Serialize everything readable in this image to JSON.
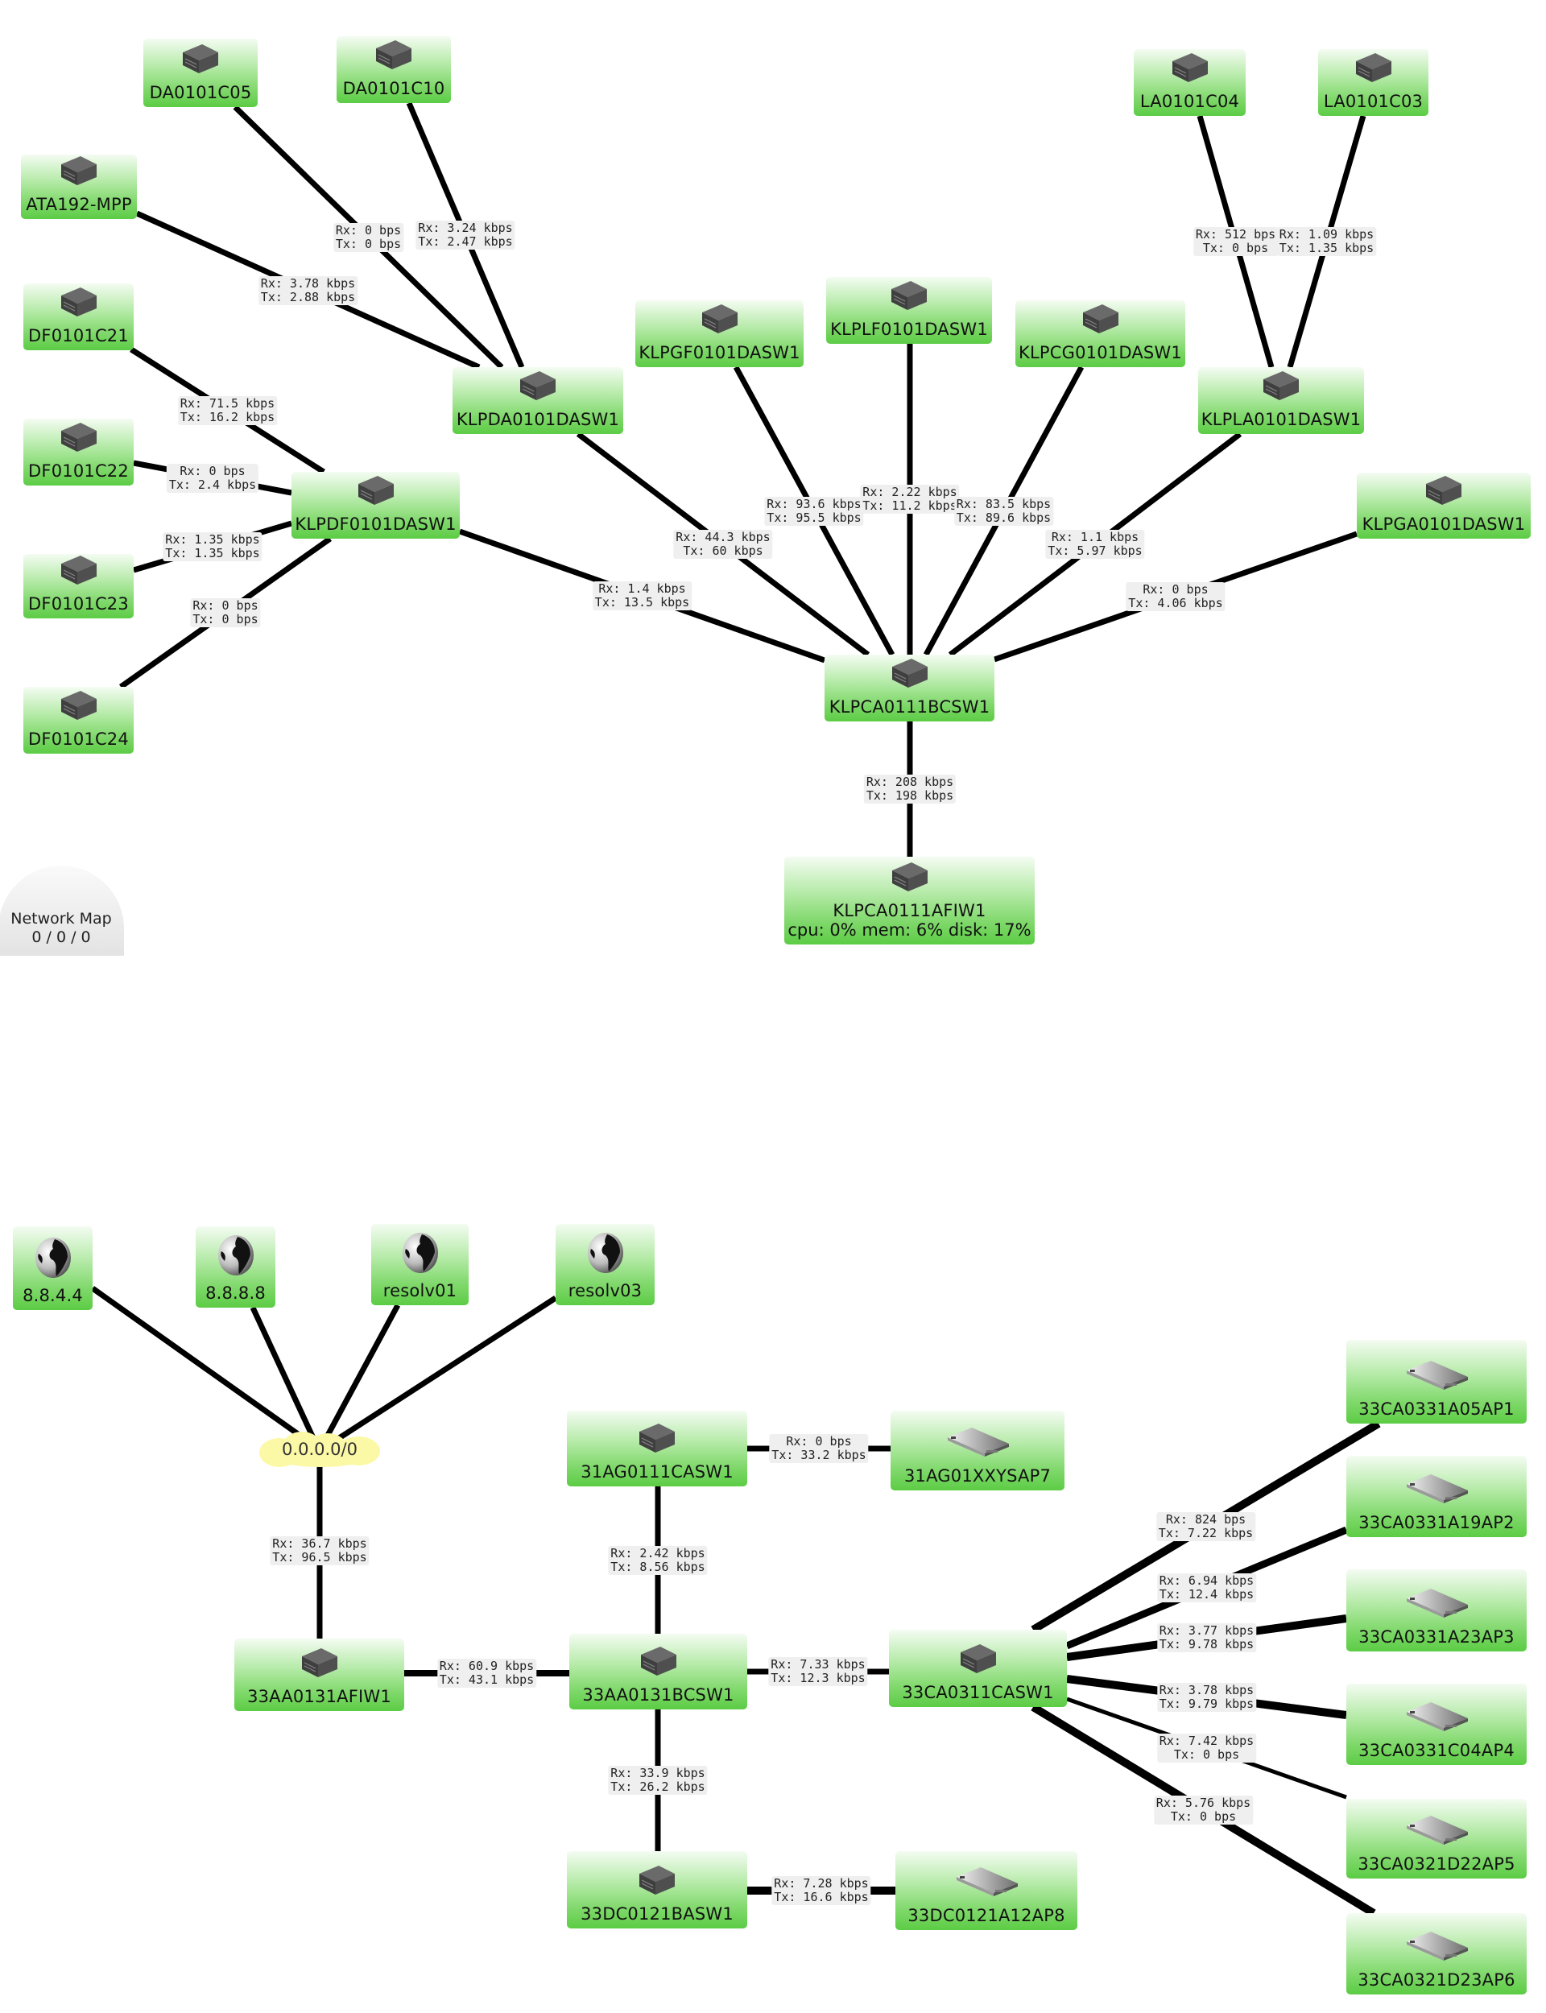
{
  "widget": {
    "title": "Network Map",
    "counts": "0 / 0 / 0"
  },
  "colors": {
    "node_green": "#5ccc45",
    "link": "#000000",
    "label_bg": "#efefef",
    "cloud": "#fbf9a6"
  },
  "nodes": [
    {
      "id": "DA0101C05",
      "label": "DA0101C05",
      "icon": "switch-icon"
    },
    {
      "id": "DA0101C10",
      "label": "DA0101C10",
      "icon": "switch-icon"
    },
    {
      "id": "ATA192-MPP",
      "label": "ATA192-MPP",
      "icon": "switch-icon"
    },
    {
      "id": "DF0101C21",
      "label": "DF0101C21",
      "icon": "switch-icon"
    },
    {
      "id": "DF0101C22",
      "label": "DF0101C22",
      "icon": "switch-icon"
    },
    {
      "id": "DF0101C23",
      "label": "DF0101C23",
      "icon": "switch-icon"
    },
    {
      "id": "DF0101C24",
      "label": "DF0101C24",
      "icon": "switch-icon"
    },
    {
      "id": "KLPDF0101DASW1",
      "label": "KLPDF0101DASW1",
      "icon": "switch-icon"
    },
    {
      "id": "KLPDA0101DASW1",
      "label": "KLPDA0101DASW1",
      "icon": "switch-icon"
    },
    {
      "id": "KLPGF0101DASW1",
      "label": "KLPGF0101DASW1",
      "icon": "switch-icon"
    },
    {
      "id": "KLPLF0101DASW1",
      "label": "KLPLF0101DASW1",
      "icon": "switch-icon"
    },
    {
      "id": "KLPCG0101DASW1",
      "label": "KLPCG0101DASW1",
      "icon": "switch-icon"
    },
    {
      "id": "KLPLA0101DASW1",
      "label": "KLPLA0101DASW1",
      "icon": "switch-icon"
    },
    {
      "id": "LA0101C04",
      "label": "LA0101C04",
      "icon": "switch-icon"
    },
    {
      "id": "LA0101C03",
      "label": "LA0101C03",
      "icon": "switch-icon"
    },
    {
      "id": "KLPGA0101DASW1",
      "label": "KLPGA0101DASW1",
      "icon": "switch-icon"
    },
    {
      "id": "KLPCA0111BCSW1",
      "label": "KLPCA0111BCSW1",
      "icon": "switch-icon"
    },
    {
      "id": "KLPCA0111AFIW1",
      "label": "KLPCA0111AFIW1",
      "sub": "cpu: 0% mem: 6% disk: 17%",
      "icon": "switch-icon"
    },
    {
      "id": "8.8.4.4",
      "label": "8.8.4.4",
      "icon": "globe-icon"
    },
    {
      "id": "8.8.8.8",
      "label": "8.8.8.8",
      "icon": "globe-icon"
    },
    {
      "id": "resolv01",
      "label": "resolv01",
      "icon": "globe-icon"
    },
    {
      "id": "resolv03",
      "label": "resolv03",
      "icon": "globe-icon"
    },
    {
      "id": "0.0.0.0/0",
      "label": "0.0.0.0/0",
      "icon": "cloud-icon"
    },
    {
      "id": "33AA0131AFIW1",
      "label": "33AA0131AFIW1",
      "icon": "switch-icon"
    },
    {
      "id": "33AA0131BCSW1",
      "label": "33AA0131BCSW1",
      "icon": "switch-icon"
    },
    {
      "id": "31AG0111CASW1",
      "label": "31AG0111CASW1",
      "icon": "switch-icon"
    },
    {
      "id": "31AG01XXYSAP7",
      "label": "31AG01XXYSAP7",
      "icon": "access-point-icon"
    },
    {
      "id": "33CA0311CASW1",
      "label": "33CA0311CASW1",
      "icon": "switch-icon"
    },
    {
      "id": "33DC0121BASW1",
      "label": "33DC0121BASW1",
      "icon": "switch-icon"
    },
    {
      "id": "33DC0121A12AP8",
      "label": "33DC0121A12AP8",
      "icon": "access-point-icon"
    },
    {
      "id": "33CA0331A05AP1",
      "label": "33CA0331A05AP1",
      "icon": "access-point-icon"
    },
    {
      "id": "33CA0331A19AP2",
      "label": "33CA0331A19AP2",
      "icon": "access-point-icon"
    },
    {
      "id": "33CA0331A23AP3",
      "label": "33CA0331A23AP3",
      "icon": "access-point-icon"
    },
    {
      "id": "33CA0331C04AP4",
      "label": "33CA0331C04AP4",
      "icon": "access-point-icon"
    },
    {
      "id": "33CA0321D22AP5",
      "label": "33CA0321D22AP5",
      "icon": "access-point-icon"
    },
    {
      "id": "33CA0321D23AP6",
      "label": "33CA0321D23AP6",
      "icon": "access-point-icon"
    }
  ],
  "links": [
    {
      "from": "DA0101C05",
      "to": "KLPDA0101DASW1",
      "rx": "Rx: 0 bps",
      "tx": "Tx: 0 bps"
    },
    {
      "from": "DA0101C10",
      "to": "KLPDA0101DASW1",
      "rx": "Rx: 3.24 kbps",
      "tx": "Tx: 2.47 kbps"
    },
    {
      "from": "ATA192-MPP",
      "to": "KLPDA0101DASW1",
      "rx": "Rx: 3.78 kbps",
      "tx": "Tx: 2.88 kbps"
    },
    {
      "from": "DF0101C21",
      "to": "KLPDF0101DASW1",
      "rx": "Rx: 71.5 kbps",
      "tx": "Tx: 16.2 kbps"
    },
    {
      "from": "DF0101C22",
      "to": "KLPDF0101DASW1",
      "rx": "Rx: 0 bps",
      "tx": "Tx: 2.4 kbps"
    },
    {
      "from": "DF0101C23",
      "to": "KLPDF0101DASW1",
      "rx": "Rx: 1.35 kbps",
      "tx": "Tx: 1.35 kbps"
    },
    {
      "from": "DF0101C24",
      "to": "KLPDF0101DASW1",
      "rx": "Rx: 0 bps",
      "tx": "Tx: 0 bps"
    },
    {
      "from": "KLPDF0101DASW1",
      "to": "KLPCA0111BCSW1",
      "rx": "Rx: 1.4 kbps",
      "tx": "Tx: 13.5 kbps"
    },
    {
      "from": "KLPDA0101DASW1",
      "to": "KLPCA0111BCSW1",
      "rx": "Rx: 44.3 kbps",
      "tx": "Tx: 60 kbps"
    },
    {
      "from": "KLPGF0101DASW1",
      "to": "KLPCA0111BCSW1",
      "rx": "Rx: 93.6 kbps",
      "tx": "Tx: 95.5 kbps"
    },
    {
      "from": "KLPLF0101DASW1",
      "to": "KLPCA0111BCSW1",
      "rx": "Rx: 2.22 kbps",
      "tx": "Tx: 11.2 kbps"
    },
    {
      "from": "KLPCG0101DASW1",
      "to": "KLPCA0111BCSW1",
      "rx": "Rx: 83.5 kbps",
      "tx": "Tx: 89.6 kbps"
    },
    {
      "from": "KLPLA0101DASW1",
      "to": "KLPCA0111BCSW1",
      "rx": "Rx: 1.1 kbps",
      "tx": "Tx: 5.97 kbps"
    },
    {
      "from": "LA0101C04",
      "to": "KLPLA0101DASW1",
      "rx": "Rx: 512 bps",
      "tx": "Tx: 0 bps"
    },
    {
      "from": "LA0101C03",
      "to": "KLPLA0101DASW1",
      "rx": "Rx: 1.09 kbps",
      "tx": "Tx: 1.35 kbps"
    },
    {
      "from": "KLPGA0101DASW1",
      "to": "KLPCA0111BCSW1",
      "rx": "Rx: 0 bps",
      "tx": "Tx: 4.06 kbps"
    },
    {
      "from": "KLPCA0111BCSW1",
      "to": "KLPCA0111AFIW1",
      "rx": "Rx: 208 kbps",
      "tx": "Tx: 198 kbps"
    },
    {
      "from": "8.8.4.4",
      "to": "0.0.0.0/0"
    },
    {
      "from": "8.8.8.8",
      "to": "0.0.0.0/0"
    },
    {
      "from": "resolv01",
      "to": "0.0.0.0/0"
    },
    {
      "from": "resolv03",
      "to": "0.0.0.0/0"
    },
    {
      "from": "0.0.0.0/0",
      "to": "33AA0131AFIW1",
      "rx": "Rx: 36.7 kbps",
      "tx": "Tx: 96.5 kbps"
    },
    {
      "from": "33AA0131AFIW1",
      "to": "33AA0131BCSW1",
      "rx": "Rx: 60.9 kbps",
      "tx": "Tx: 43.1 kbps"
    },
    {
      "from": "31AG0111CASW1",
      "to": "33AA0131BCSW1",
      "rx": "Rx: 2.42 kbps",
      "tx": "Tx: 8.56 kbps"
    },
    {
      "from": "31AG0111CASW1",
      "to": "31AG01XXYSAP7",
      "rx": "Rx: 0 bps",
      "tx": "Tx: 33.2 kbps"
    },
    {
      "from": "33AA0131BCSW1",
      "to": "33CA0311CASW1",
      "rx": "Rx: 7.33 kbps",
      "tx": "Tx: 12.3 kbps"
    },
    {
      "from": "33AA0131BCSW1",
      "to": "33DC0121BASW1",
      "rx": "Rx: 33.9 kbps",
      "tx": "Tx: 26.2 kbps"
    },
    {
      "from": "33DC0121BASW1",
      "to": "33DC0121A12AP8",
      "rx": "Rx: 7.28 kbps",
      "tx": "Tx: 16.6 kbps"
    },
    {
      "from": "33CA0311CASW1",
      "to": "33CA0331A05AP1",
      "rx": "Rx: 824 bps",
      "tx": "Tx: 7.22 kbps"
    },
    {
      "from": "33CA0311CASW1",
      "to": "33CA0331A19AP2",
      "rx": "Rx: 6.94 kbps",
      "tx": "Tx: 12.4 kbps"
    },
    {
      "from": "33CA0311CASW1",
      "to": "33CA0331A23AP3",
      "rx": "Rx: 3.77 kbps",
      "tx": "Tx: 9.78 kbps"
    },
    {
      "from": "33CA0311CASW1",
      "to": "33CA0331C04AP4",
      "rx": "Rx: 3.78 kbps",
      "tx": "Tx: 9.79 kbps"
    },
    {
      "from": "33CA0311CASW1",
      "to": "33CA0321D22AP5",
      "rx": "Rx: 7.42 kbps",
      "tx": "Tx: 0 bps"
    },
    {
      "from": "33CA0311CASW1",
      "to": "33CA0321D23AP6",
      "rx": "Rx: 5.76 kbps",
      "tx": "Tx: 0 bps"
    }
  ]
}
